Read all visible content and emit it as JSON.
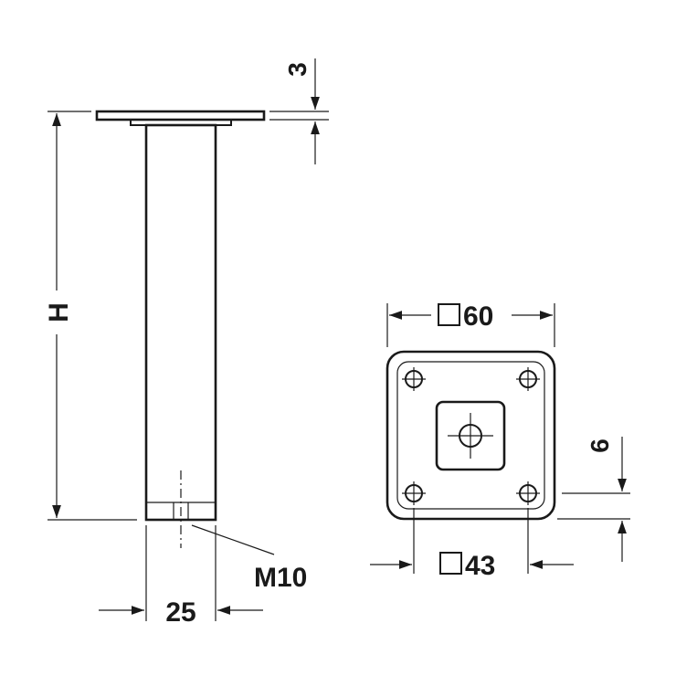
{
  "labels": {
    "height": "H",
    "plate_thickness": "3",
    "thread": "M10",
    "diameter": "25",
    "plate_size": "60",
    "hole_spacing": "43",
    "inset": "6"
  },
  "colors": {
    "line": "#1a1a1a",
    "background": "#ffffff"
  }
}
